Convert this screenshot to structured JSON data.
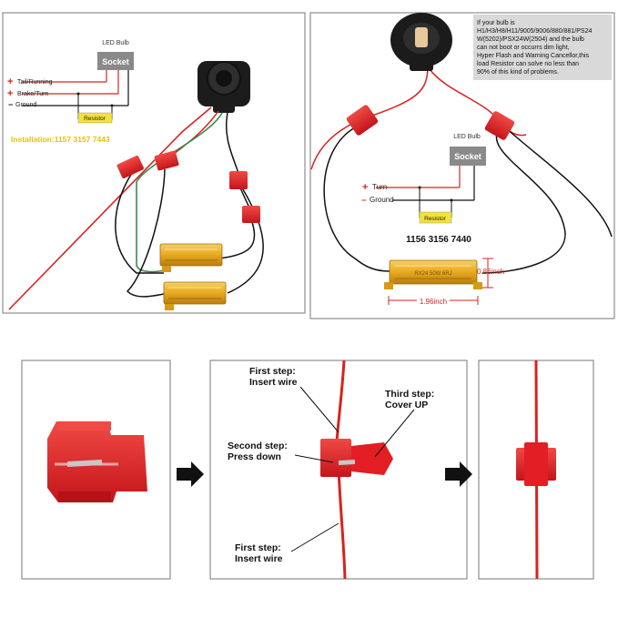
{
  "panel_1156": {
    "note": [
      "If your bulb is",
      "H1/H3/H8/H11/9005/9006/880/881/PS24",
      "W(5202)/PSX24W(2504) and the bulb",
      "can not boot  or occurrs dim light,",
      "Hyper Flash and Warning Cancellor,this",
      "load Resistor can solve no less than",
      "90% of this kind of problems."
    ],
    "bulb_label": "LED Bulb",
    "socket_label": "Socket",
    "wire_turn": "Turn",
    "wire_ground": "Ground",
    "plus_sign": "+",
    "minus_sign": "−",
    "resistor_label": "Resistor",
    "models": "1156  3156  7440",
    "resistor_print": "RX24 50W 6RJ",
    "dim_height": "0.86inch",
    "dim_length": "1.96inch"
  },
  "panel_1157": {
    "bulb_label": "LED Bulb",
    "socket_label": "Socket",
    "wire_tail": "Tail/Running",
    "wire_brake": "Brake/Turn",
    "wire_ground": "Ground",
    "plus_sign": "+",
    "minus_sign": "−",
    "resistor_label": "Resistor",
    "installation": "Installation:1157  3157  7443"
  },
  "steps": {
    "first_step_top_1": "First step:",
    "first_step_top_2": "Insert wire",
    "second_step_1": "Second step:",
    "second_step_2": "Press down",
    "third_step_1": "Third step:",
    "third_step_2": "Cover UP",
    "first_step_bottom_1": "First step:",
    "first_step_bottom_2": "Insert wire"
  },
  "colors": {
    "wire_red": "#d8231f",
    "wire_green": "#3a8a4c",
    "connector_red": "#e31e24",
    "resistor_gold": "#e7a91f",
    "label_yellow": "#f4e13a",
    "installation_yellow": "#e7c200",
    "border_gray": "#777777",
    "socket_box": "#8a8a8a"
  }
}
